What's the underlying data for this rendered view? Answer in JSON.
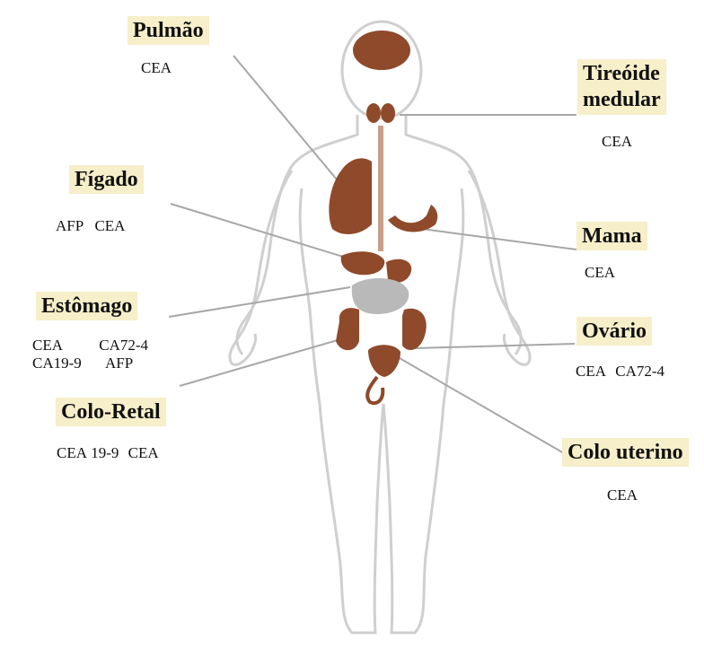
{
  "colors": {
    "organ": "#8f4a2b",
    "intestine": "#b9b9b9",
    "body_outline": "#cfcfcf",
    "connector": "#a7a7a7",
    "label_bg": "#f6efc9"
  },
  "organs": [
    {
      "id": "pulmao",
      "label": "Pulmão",
      "markers": [
        "CEA"
      ]
    },
    {
      "id": "tireoide",
      "label_lines": [
        "Tireóide",
        "medular"
      ],
      "markers": [
        "CEA"
      ]
    },
    {
      "id": "figado",
      "label": "Fígado",
      "markers": [
        "AFP",
        "CEA"
      ]
    },
    {
      "id": "mama",
      "label": "Mama",
      "markers": [
        "CEA"
      ]
    },
    {
      "id": "estomago",
      "label": "Estômago",
      "markers": [
        "CEA",
        "CA72-4",
        "CA19-9",
        "AFP"
      ]
    },
    {
      "id": "ovario",
      "label": "Ovário",
      "markers": [
        "CEA",
        "CA72-4"
      ]
    },
    {
      "id": "colo_retal",
      "label": "Colo-Retal",
      "markers": [
        "CEA",
        "19-9",
        "CEA"
      ]
    },
    {
      "id": "colo_uterino",
      "label": "Colo uterino",
      "markers": [
        "CEA"
      ]
    }
  ]
}
